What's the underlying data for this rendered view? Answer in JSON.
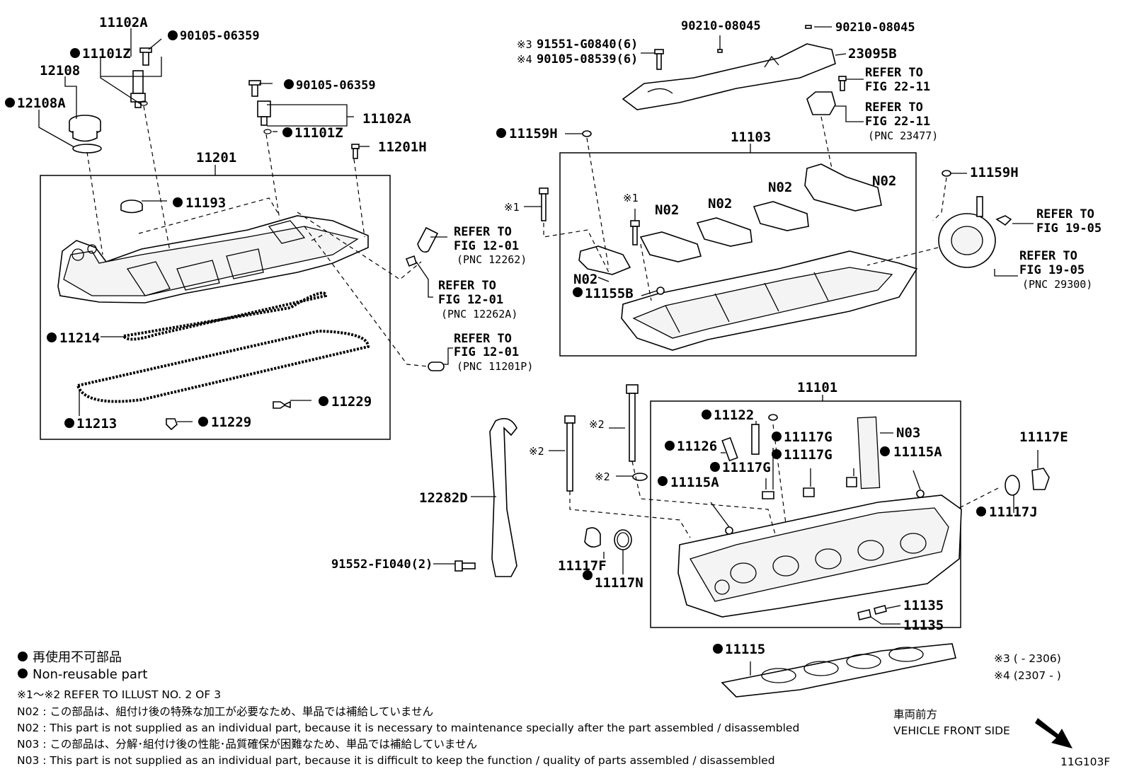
{
  "labels": {
    "l_11102A_top": "11102A",
    "l_90105_top": "90105-06359",
    "l_11101Z_top": "11101Z",
    "l_12108": "12108",
    "l_12108A": "12108A",
    "l_90105_mid": "90105-06359",
    "l_11102A_mid": "11102A",
    "l_11101Z_mid": "11101Z",
    "l_11201H": "11201H",
    "l_11201": "11201",
    "l_11193": "11193",
    "l_11214": "11214",
    "l_11213": "11213",
    "l_11229_a": "11229",
    "l_11229_b": "11229",
    "l_90210_a": "90210-08045",
    "l_90210_b": "90210-08045",
    "l_91551": "91551-G0840(6)",
    "l_90105_08539": "90105-08539(6)",
    "l_23095B": "23095B",
    "l_11159H_a": "11159H",
    "l_11159H_b": "11159H",
    "l_11103": "11103",
    "l_N02_a": "N02",
    "l_N02_b": "N02",
    "l_N02_c": "N02",
    "l_N02_d": "N02",
    "l_N02_e": "N02",
    "l_11155B": "11155B",
    "l_12282D": "12282D",
    "l_91552": "91552-F1040(2)",
    "l_11117F": "11117F",
    "l_11117N": "11117N",
    "l_11101": "11101",
    "l_11122": "11122",
    "l_11126": "11126",
    "l_11117G_a": "11117G",
    "l_11117G_b": "11117G",
    "l_11117G_c": "11117G",
    "l_11115A_a": "11115A",
    "l_11115A_b": "11115A",
    "l_N03": "N03",
    "l_11117E": "11117E",
    "l_11117J": "11117J",
    "l_11135_a": "11135",
    "l_11135_b": "11135",
    "l_11115": "11115"
  },
  "marks": {
    "mk1_a": "※1",
    "mk1_b": "※1",
    "mk2_a": "※2",
    "mk2_b": "※2",
    "mk2_c": "※2",
    "mk3": "※3",
    "mk4": "※4"
  },
  "refs": {
    "r1_a": "REFER TO",
    "r1_b": "FIG 22-11",
    "r2_a": "REFER TO",
    "r2_b": "FIG 22-11",
    "r2_c": "(PNC 23477)",
    "r3_a": "REFER TO",
    "r3_b": "FIG 12-01",
    "r3_c": "(PNC 12262)",
    "r4_a": "REFER TO",
    "r4_b": "FIG 12-01",
    "r4_c": "(PNC 12262A)",
    "r5_a": "REFER TO",
    "r5_b": "FIG 12-01",
    "r5_c": "(PNC 11201P)",
    "r6_a": "REFER TO",
    "r6_b": "FIG 19-05",
    "r7_a": "REFER TO",
    "r7_b": "FIG 19-05",
    "r7_c": "(PNC 29300)"
  },
  "legend": {
    "jp_nonreusable": "再使用不可部品",
    "en_nonreusable": "Non-reusable part",
    "illust_ref": "※1～※2  REFER TO ILLUST NO. 2 OF 3",
    "n02_jp": "N02 : この部品は、組付け後の特殊な加工が必要なため、単品では補給していません",
    "n02_en": "N02 : This part is not supplied as an individual part, because it is necessary to maintenance specially after the part assembled / disassembled",
    "n03_jp": "N03 : この部品は、分解･組付け後の性能･品質確保が困難なため、単品では補給していません",
    "n03_en": "N03 : This part is not supplied as an individual part, because it is difficult to keep the function / quality of parts  assembled / disassembled"
  },
  "dates": {
    "d3": "※3 (        - 2306)",
    "d4": "※4 (2307 -        )"
  },
  "front": {
    "jp": "車両前方",
    "en": "VEHICLE FRONT SIDE"
  },
  "figure_id": "11G103F"
}
